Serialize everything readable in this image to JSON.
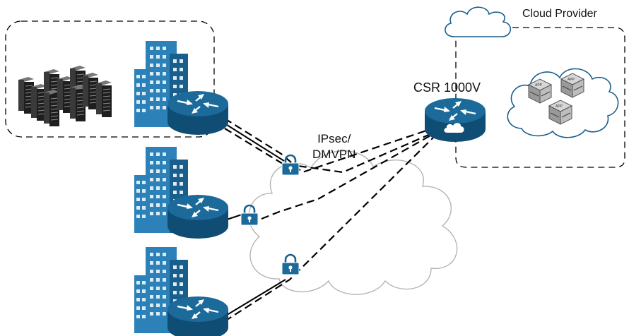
{
  "labels": {
    "cloud_provider": "Cloud Provider",
    "csr": "CSR 1000V",
    "ipsec_line1": "IPsec/",
    "ipsec_line2": "DMVPN"
  },
  "colors": {
    "router_blue": "#1b6a9a",
    "router_dark": "#0f4d74",
    "building_blue": "#2c82b8",
    "building_dark": "#1a5f8c",
    "server_dark": "#2b2b2b",
    "wan_cloud_stroke": "#b5b5b5",
    "line": "#000000"
  },
  "icons": {
    "router": "router-icon",
    "building": "building-icon",
    "server": "server-rack-icon",
    "lock": "lock-icon",
    "vm": "app-vm-icon",
    "cloud": "cloud-icon"
  }
}
